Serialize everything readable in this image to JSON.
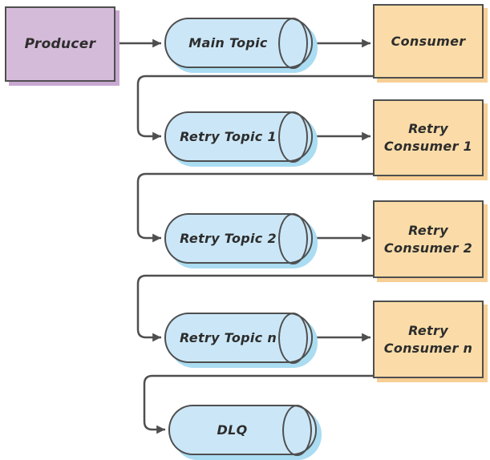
{
  "nodes": {
    "producer": {
      "label": "Producer",
      "shape": "box",
      "fill": "#d5bbda"
    },
    "main_topic": {
      "label": "Main Topic",
      "shape": "cylinder",
      "fill": "#cbe7f7"
    },
    "consumer": {
      "label": "Consumer",
      "shape": "box",
      "fill": "#fbdca8"
    },
    "retry_topic_1": {
      "label": "Retry Topic 1",
      "shape": "cylinder",
      "fill": "#cbe7f7"
    },
    "retry_consumer_1": {
      "label": "Retry Consumer 1",
      "shape": "box",
      "fill": "#fbdca8"
    },
    "retry_topic_2": {
      "label": "Retry Topic 2",
      "shape": "cylinder",
      "fill": "#cbe7f7"
    },
    "retry_consumer_2": {
      "label": "Retry Consumer 2",
      "shape": "box",
      "fill": "#fbdca8"
    },
    "retry_topic_n": {
      "label": "Retry Topic n",
      "shape": "cylinder",
      "fill": "#cbe7f7"
    },
    "retry_consumer_n": {
      "label": "Retry Consumer n",
      "shape": "box",
      "fill": "#fbdca8"
    },
    "dlq": {
      "label": "DLQ",
      "shape": "cylinder",
      "fill": "#cbe7f7"
    }
  },
  "edges": [
    {
      "from": "producer",
      "to": "main_topic"
    },
    {
      "from": "main_topic",
      "to": "consumer"
    },
    {
      "from": "consumer",
      "to": "retry_topic_1"
    },
    {
      "from": "retry_topic_1",
      "to": "retry_consumer_1"
    },
    {
      "from": "retry_consumer_1",
      "to": "retry_topic_2"
    },
    {
      "from": "retry_topic_2",
      "to": "retry_consumer_2"
    },
    {
      "from": "retry_consumer_2",
      "to": "retry_topic_n"
    },
    {
      "from": "retry_topic_n",
      "to": "retry_consumer_n"
    },
    {
      "from": "retry_consumer_n",
      "to": "dlq"
    }
  ],
  "colors": {
    "purple_fill": "#d5bbda",
    "purple_shadow": "#c9a8d1",
    "orange_fill": "#fbdca8",
    "orange_shadow": "#f7cf94",
    "blue_fill": "#cbe7f7",
    "blue_shadow": "#aadcf2",
    "stroke": "#4f4f4f",
    "text": "#2d2d2d"
  }
}
